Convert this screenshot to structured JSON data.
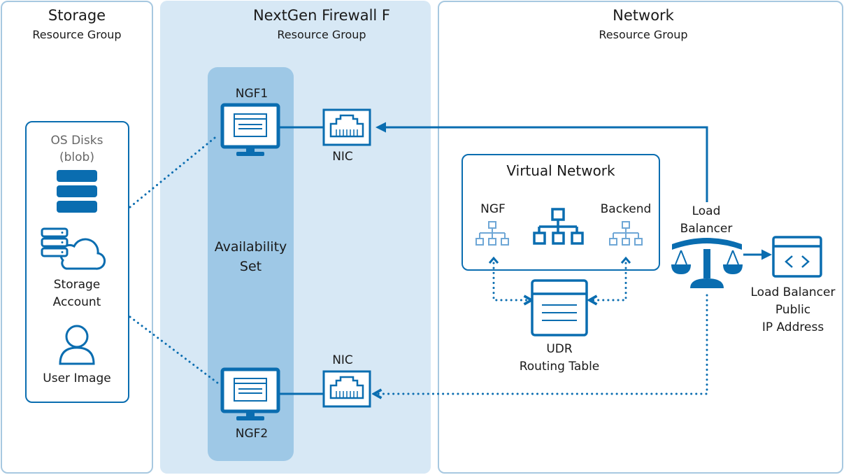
{
  "groups": {
    "storage": {
      "title": "Storage",
      "subtitle": "Resource Group"
    },
    "firewall": {
      "title": "NextGen Firewall F",
      "subtitle": "Resource Group"
    },
    "network": {
      "title": "Network",
      "subtitle": "Resource Group"
    }
  },
  "storage_panel": {
    "os_disks_line1": "OS Disks",
    "os_disks_line2": "(blob)",
    "storage_account_line1": "Storage",
    "storage_account_line2": "Account",
    "user_image": "User Image"
  },
  "availability_set": {
    "line1": "Availability",
    "line2": "Set"
  },
  "vms": {
    "ngf1": "NGF1",
    "ngf2": "NGF2"
  },
  "nics": {
    "nic1": "NIC",
    "nic2": "NIC"
  },
  "virtual_network": {
    "title": "Virtual Network",
    "ngf": "NGF",
    "backend": "Backend"
  },
  "udr": {
    "line1": "UDR",
    "line2": "Routing Table"
  },
  "load_balancer": {
    "line1": "Load",
    "line2": "Balancer"
  },
  "public_ip": {
    "line1": "Load Balancer",
    "line2": "Public",
    "line3": "IP Address"
  },
  "colors": {
    "primary": "#0a6db0",
    "light": "#6fa7d6",
    "group_fill": "#d7e8f5",
    "aset_fill": "#9ec8e6",
    "outline": "#a7c8e0"
  }
}
